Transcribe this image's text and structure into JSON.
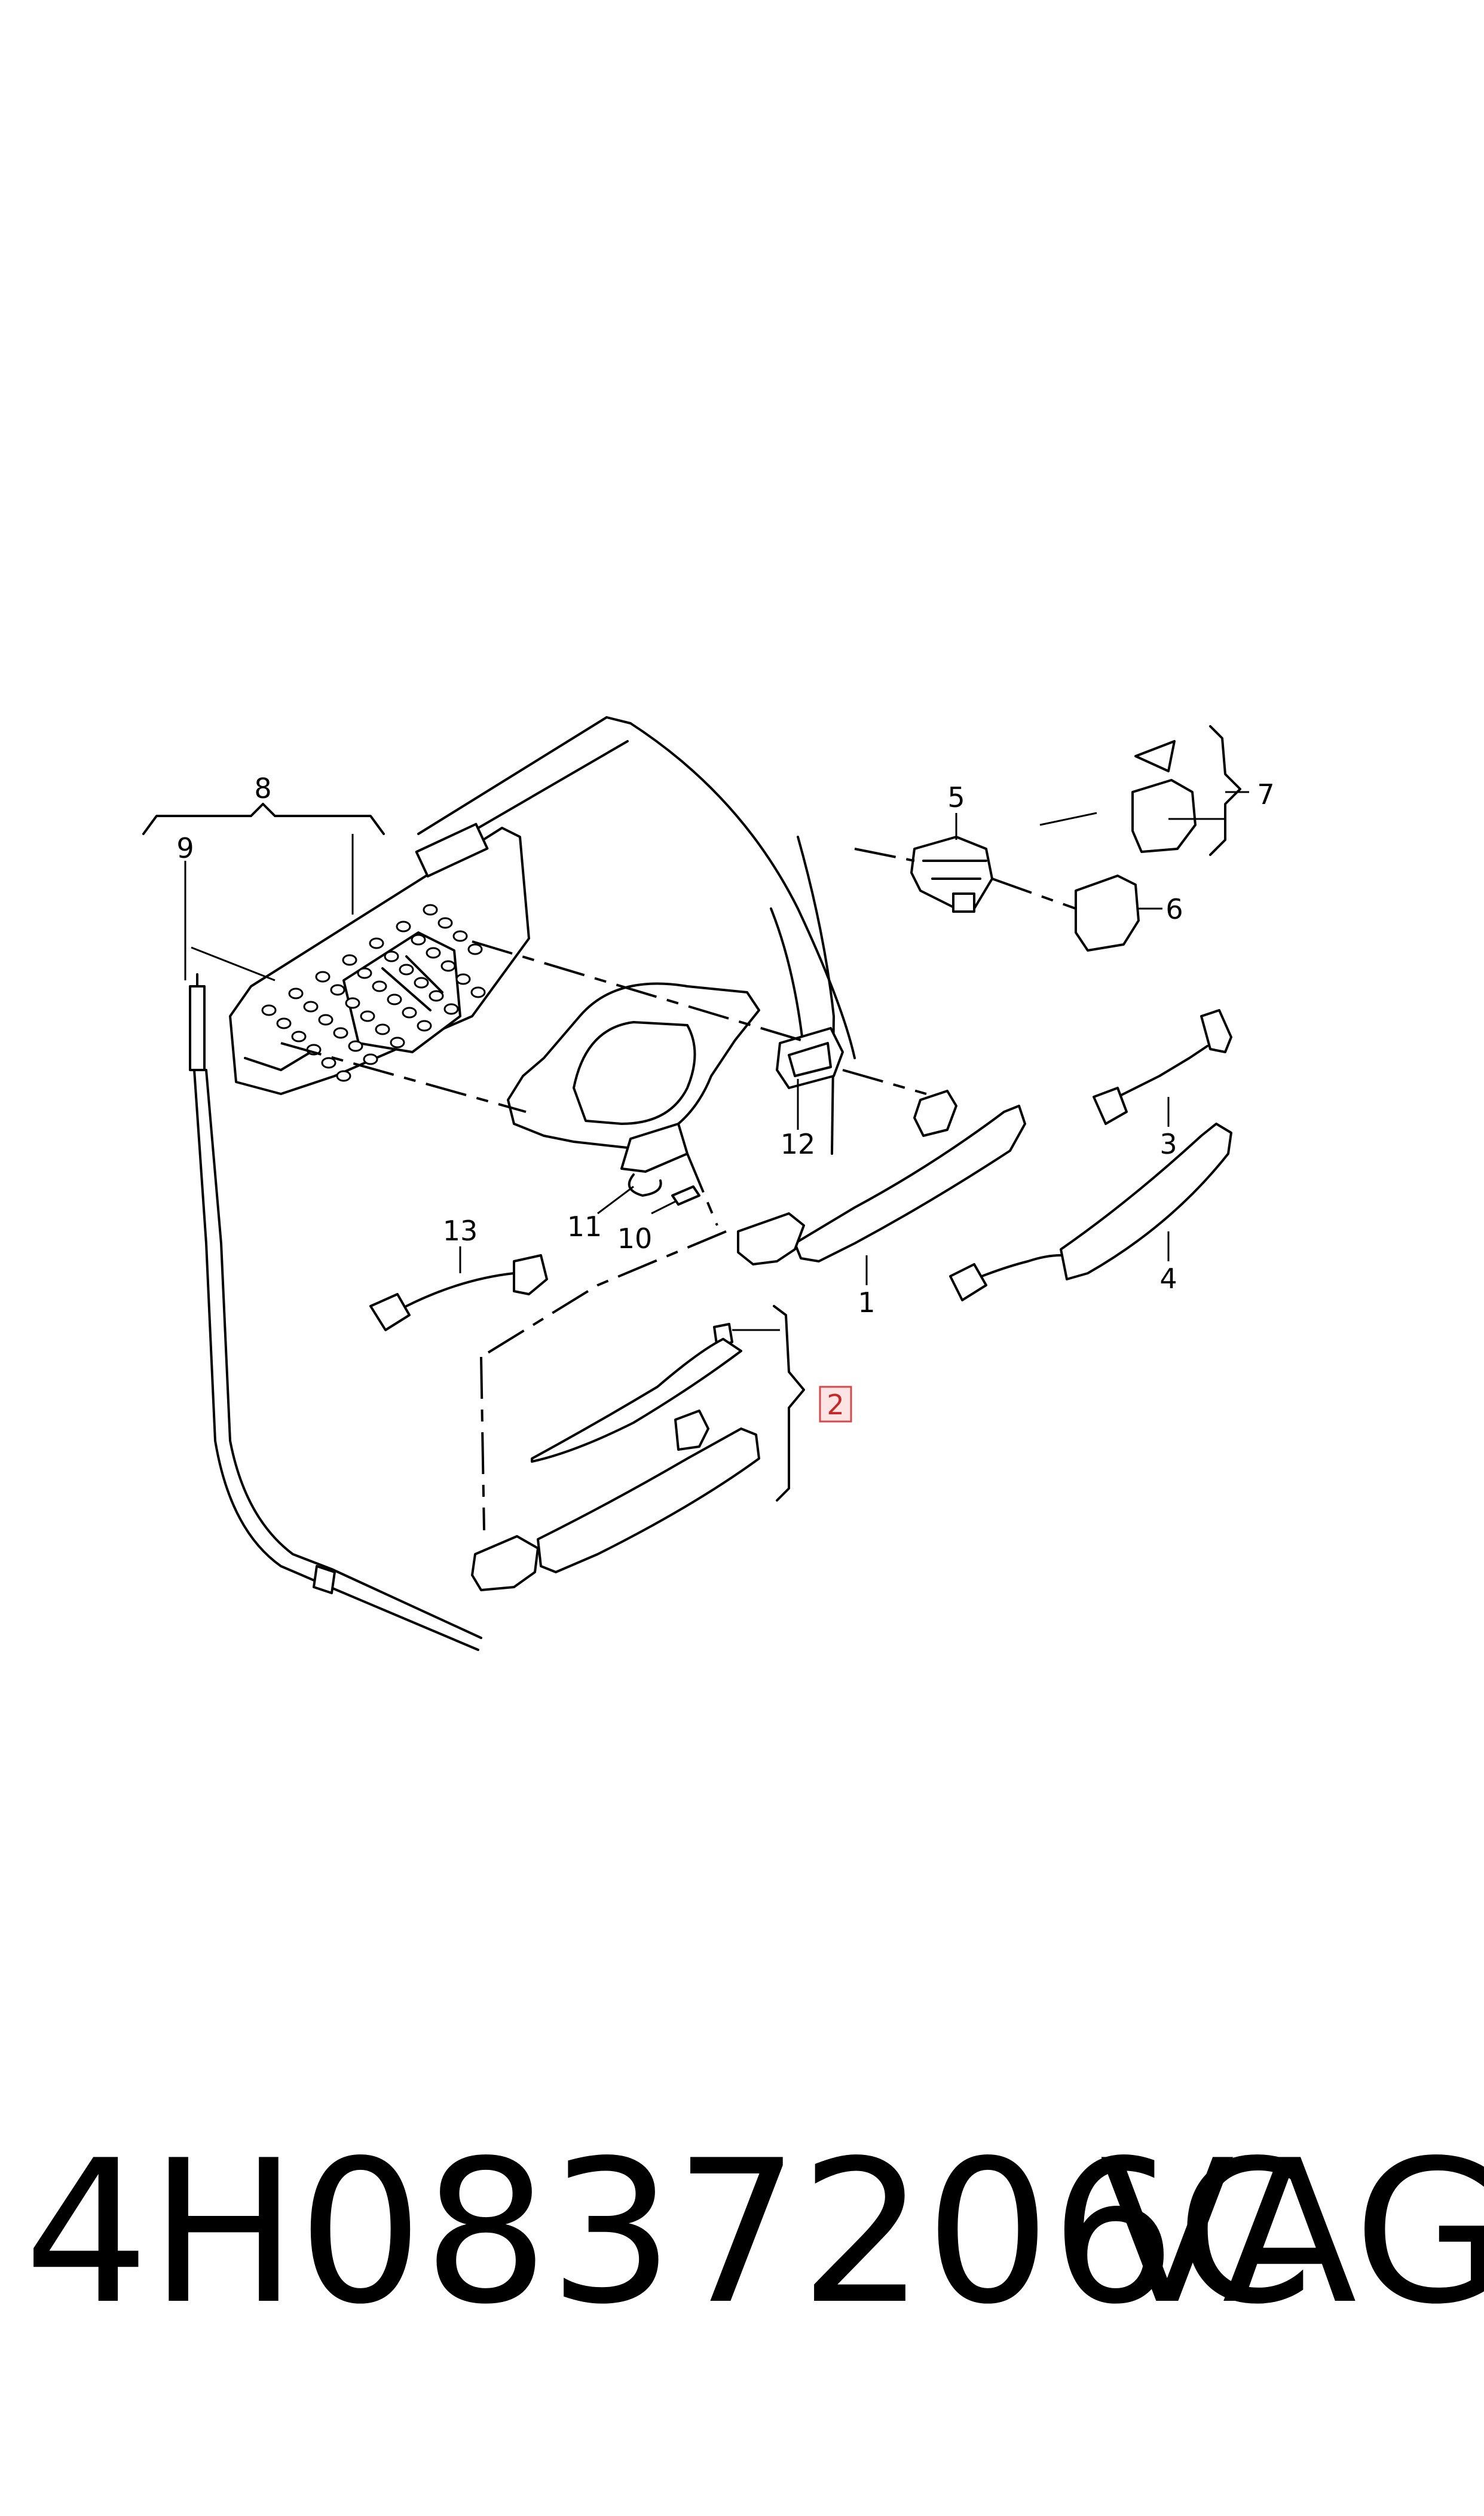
{
  "diagram": {
    "callouts": {
      "c1": "1",
      "c2": "2",
      "c3": "3",
      "c4": "4",
      "c5": "5",
      "c6": "6",
      "c7": "7",
      "c8": "8",
      "c9": "9",
      "c10": "10",
      "c11": "11",
      "c12": "12",
      "c13": "13"
    },
    "highlighted_callout": "2",
    "highlight_color": "#d24a4a"
  },
  "footer": {
    "part_number": "4H0837206C",
    "brand": "VAG"
  }
}
